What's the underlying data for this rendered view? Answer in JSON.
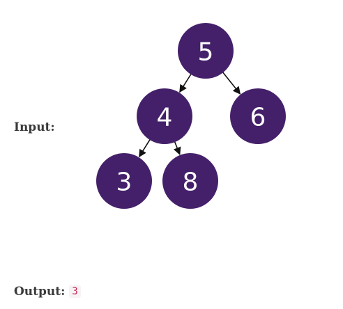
{
  "input_label": "Input:",
  "output_label": "Output:",
  "output_value": "3",
  "colors": {
    "node_fill": "#45206a",
    "node_text": "#ffffff",
    "edge": "#111111",
    "output_value": "#c7254e"
  },
  "tree": {
    "nodes": [
      {
        "id": "n5",
        "value": "5"
      },
      {
        "id": "n4",
        "value": "4"
      },
      {
        "id": "n6",
        "value": "6"
      },
      {
        "id": "n3",
        "value": "3"
      },
      {
        "id": "n8",
        "value": "8"
      }
    ],
    "edges": [
      {
        "from": "n5",
        "to": "n4"
      },
      {
        "from": "n5",
        "to": "n6"
      },
      {
        "from": "n4",
        "to": "n3"
      },
      {
        "from": "n4",
        "to": "n8"
      }
    ]
  }
}
